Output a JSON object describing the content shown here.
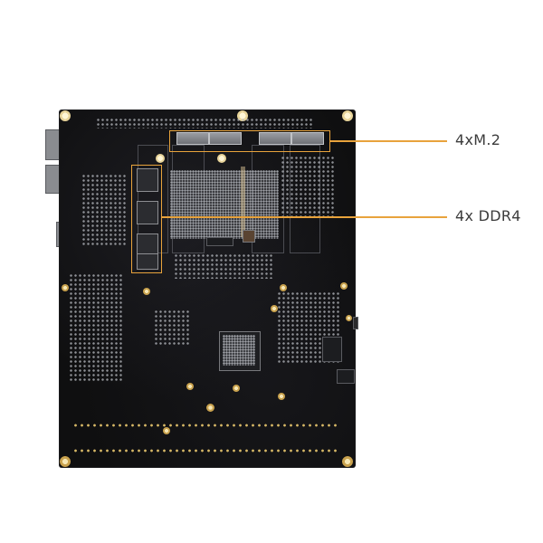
{
  "image": {
    "subject": "Motherboard PCB (underside) product photo with callouts",
    "background_color": "#ffffff",
    "board_color": "#0f0f10",
    "callout_color": "#e8a33c"
  },
  "callouts": [
    {
      "id": "m2",
      "label": "4xM.2",
      "target": "four M.2 connector slots along top"
    },
    {
      "id": "ddr4",
      "label": "4x DDR4",
      "target": "four DDR4 memory chips on left column"
    }
  ]
}
